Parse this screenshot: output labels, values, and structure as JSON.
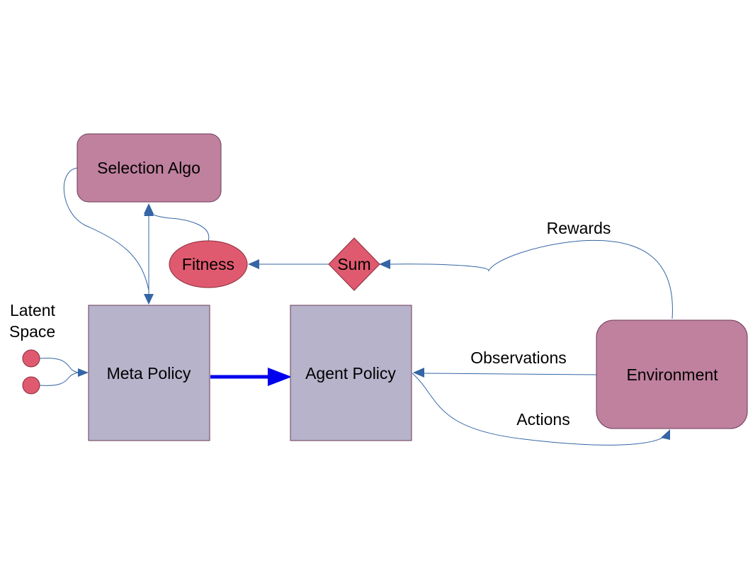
{
  "nodes": {
    "selection_algo": "Selection Algo",
    "fitness": "Fitness",
    "sum": "Sum",
    "meta_policy": "Meta Policy",
    "agent_policy": "Agent Policy",
    "environment": "Environment",
    "latent_space_line1": "Latent",
    "latent_space_line2": "Space"
  },
  "edges": {
    "rewards": "Rewards",
    "observations": "Observations",
    "actions": "Actions"
  },
  "colors": {
    "mauve_box": "#c0819e",
    "policy_box": "#b7b3cb",
    "red_node": "#e05a6f",
    "edge_blue": "#3465a4",
    "strong_arrow": "#0000ee"
  }
}
